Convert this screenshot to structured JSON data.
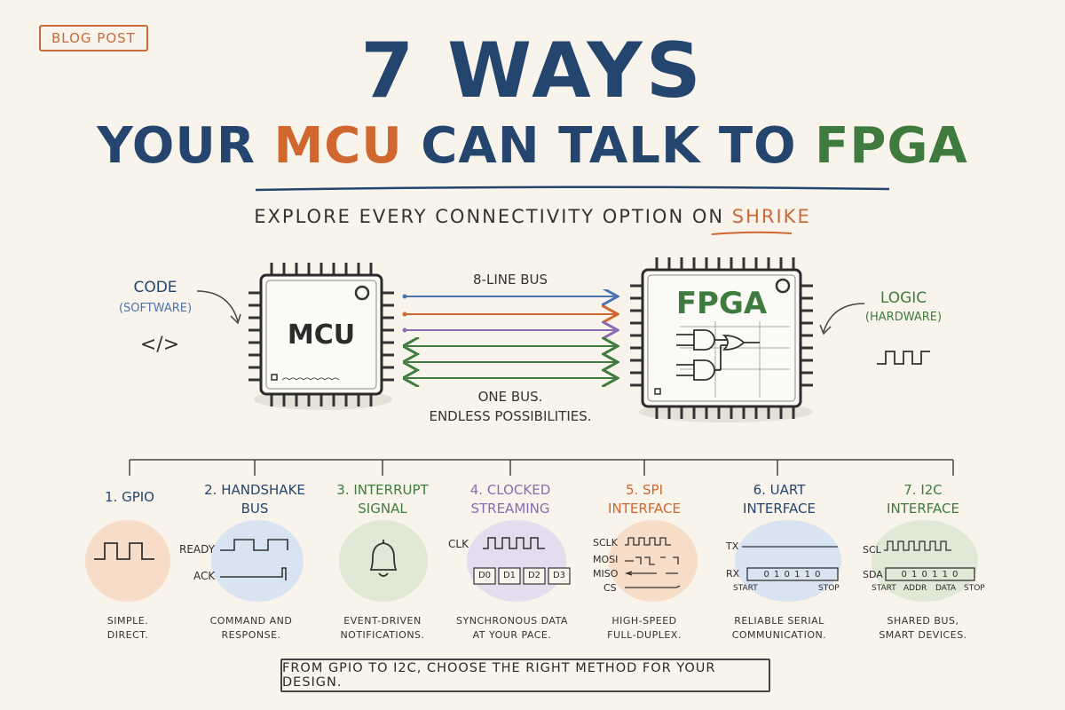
{
  "badge": "BLOG POST",
  "title": {
    "line1": "7 WAYS",
    "line2_part1": "YOUR ",
    "line2_mcu": "MCU",
    "line2_part2": " CAN TALK TO ",
    "line2_fpga": "FPGA"
  },
  "subtitle": {
    "prefix": "EXPLORE EVERY CONNECTIVITY OPTION ON ",
    "brand": "SHRIKE"
  },
  "left_side": {
    "label": "CODE",
    "sub": "(SOFTWARE)",
    "symbol": "</>"
  },
  "right_side": {
    "label": "LOGIC",
    "sub": "(HARDWARE)"
  },
  "mcu_chip": {
    "label": "MCU"
  },
  "fpga_chip": {
    "label": "FPGA"
  },
  "bus": {
    "top_label": "8-LINE BUS",
    "bottom_line1": "ONE BUS.",
    "bottom_line2": "ENDLESS POSSIBILITIES."
  },
  "colors": {
    "navy": "#24456e",
    "orange": "#d0672f",
    "green": "#3f7b3e",
    "purple": "#8b6bb0",
    "blue": "#4b73b1"
  },
  "methods": [
    {
      "title_line1": "1. GPIO",
      "title_line2": "",
      "desc_line1": "SIMPLE.",
      "desc_line2": "DIRECT.",
      "color": "#24456e",
      "circle": "#f7dcc8",
      "icon": "square-wave-icon"
    },
    {
      "title_line1": "2. HANDSHAKE",
      "title_line2": "BUS",
      "desc_line1": "COMMAND AND",
      "desc_line2": "RESPONSE.",
      "color": "#24456e",
      "circle": "#d9e4f3",
      "icon": "handshake-signal-icon",
      "signals": [
        "READY",
        "ACK"
      ]
    },
    {
      "title_line1": "3. INTERRUPT",
      "title_line2": "SIGNAL",
      "desc_line1": "EVENT-DRIVEN",
      "desc_line2": "NOTIFICATIONS.",
      "color": "#3f7b3e",
      "circle": "#dfe9d5",
      "icon": "bell-icon"
    },
    {
      "title_line1": "4. CLOCKED",
      "title_line2": "STREAMING",
      "desc_line1": "SYNCHRONOUS DATA",
      "desc_line2": "AT YOUR PACE.",
      "color": "#8b6bb0",
      "circle": "#e6dcef",
      "icon": "clock-data-icon",
      "signals": [
        "CLK"
      ],
      "data_words": [
        "D0",
        "D1",
        "D2",
        "D3"
      ]
    },
    {
      "title_line1": "5. SPI",
      "title_line2": "INTERFACE",
      "desc_line1": "HIGH-SPEED",
      "desc_line2": "FULL-DUPLEX.",
      "color": "#d0672f",
      "circle": "#f7dcc8",
      "icon": "spi-signal-icon",
      "signals": [
        "SCLK",
        "MOSI",
        "MISO",
        "CS"
      ]
    },
    {
      "title_line1": "6. UART",
      "title_line2": "INTERFACE",
      "desc_line1": "RELIABLE SERIAL",
      "desc_line2": "COMMUNICATION.",
      "color": "#24456e",
      "circle": "#d9e4f3",
      "icon": "uart-signal-icon",
      "signals": [
        "TX",
        "RX"
      ],
      "bits": "0 1 0 1 1 0",
      "start": "START",
      "stop": "STOP"
    },
    {
      "title_line1": "7. I2C",
      "title_line2": "INTERFACE",
      "desc_line1": "SHARED BUS,",
      "desc_line2": "SMART DEVICES.",
      "color": "#3f7b3e",
      "circle": "#dfe9d5",
      "icon": "i2c-signal-icon",
      "signals": [
        "SCL",
        "SDA"
      ],
      "bits": "0 1 0 1 1 0",
      "frame": [
        "START",
        "ADDR",
        "DATA",
        "STOP"
      ]
    }
  ],
  "footer": "FROM GPIO TO I2C, CHOOSE THE RIGHT METHOD FOR YOUR DESIGN."
}
